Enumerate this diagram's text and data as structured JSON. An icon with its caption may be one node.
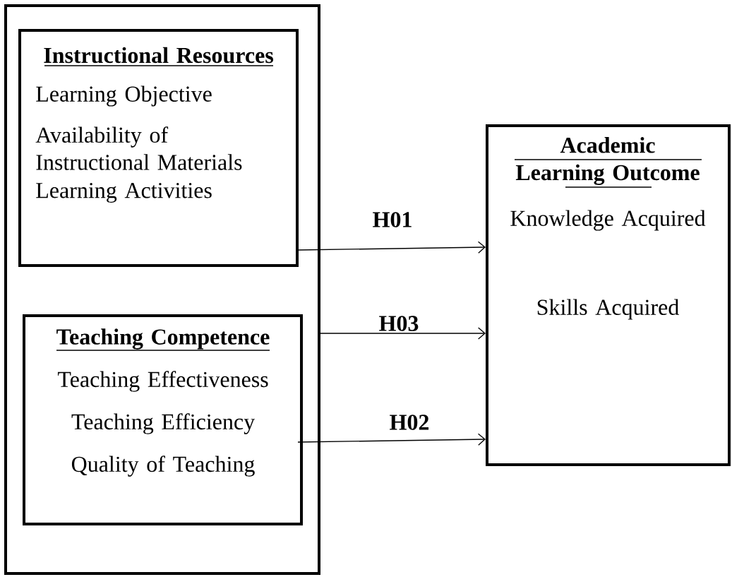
{
  "diagram": {
    "nodes": [
      {
        "text": [],
        "shape": "box"
      },
      {
        "text": [
          "Instructional Resources",
          "Learning Objective",
          "Availability of Instructional Materials",
          "Learning Activities"
        ],
        "in": 0
      },
      {
        "text": [
          "Teaching Competence",
          "Teaching Effectiveness",
          "Teaching Efficiency",
          "Quality of Teaching"
        ],
        "in": 0
      },
      {
        "text": [
          "Academic Learning Outcome",
          "Knowledge Acquired",
          "Skills Acquired"
        ]
      }
    ],
    "edges": [
      {
        "from": 1,
        "to": 3,
        "arrow": "to",
        "label": "H01"
      },
      {
        "from": 0,
        "to": 3,
        "arrow": "to",
        "label": "H03"
      },
      {
        "from": 2,
        "to": 3,
        "arrow": "to",
        "label": "H02"
      }
    ]
  }
}
